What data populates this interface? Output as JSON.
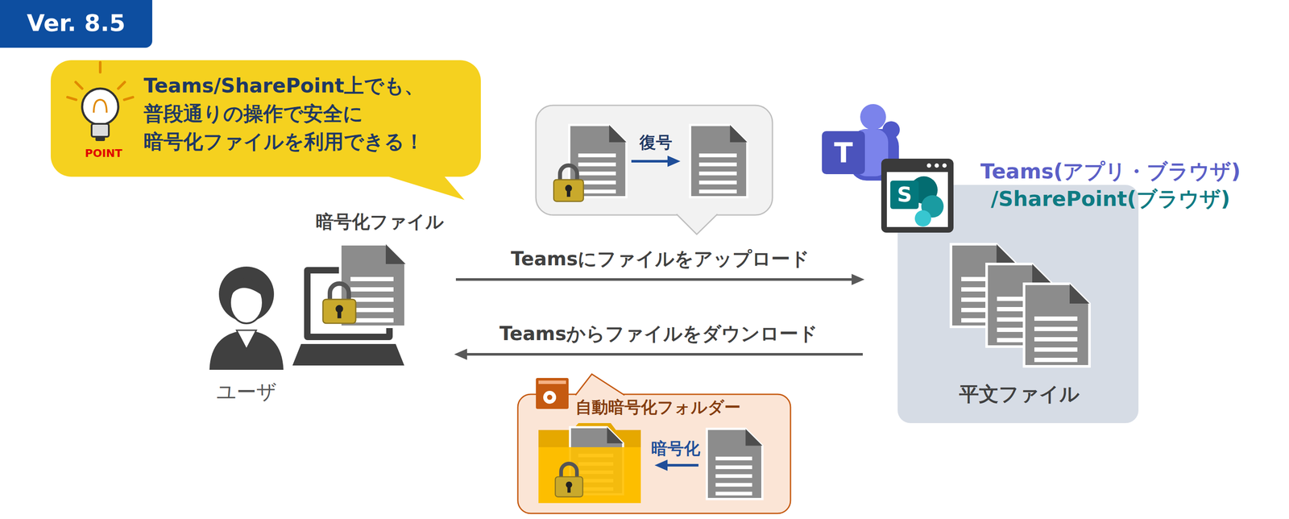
{
  "diagram": {
    "nodes": [
      {
        "text": [
          "Ver. 8.5"
        ]
      },
      {
        "text": [
          "POINT",
          "Teams/SharePoint上でも、 普段通りの操作で安全に 暗号化ファイルを利用できる！"
        ]
      },
      {
        "text": [
          "復号"
        ]
      },
      {
        "text": [
          "Teams(アプリ・ブラウザ)",
          "/SharePoint(ブラウザ)",
          "平文ファイル"
        ]
      },
      {
        "text": [
          "暗号化ファイル"
        ]
      },
      {
        "text": [
          "自動暗号化フォルダー",
          "暗号化"
        ]
      }
    ],
    "edges": [
      {
        "from": 4,
        "to": 3,
        "label": "Teamsにファイルをアップロード",
        "arrow": "to"
      },
      {
        "from": 3,
        "to": 4,
        "label": "Teamsからファイルをダウンロード",
        "arrow": "to"
      }
    ],
    "labels": [
      "ユーザ",
      "T",
      "S"
    ]
  }
}
